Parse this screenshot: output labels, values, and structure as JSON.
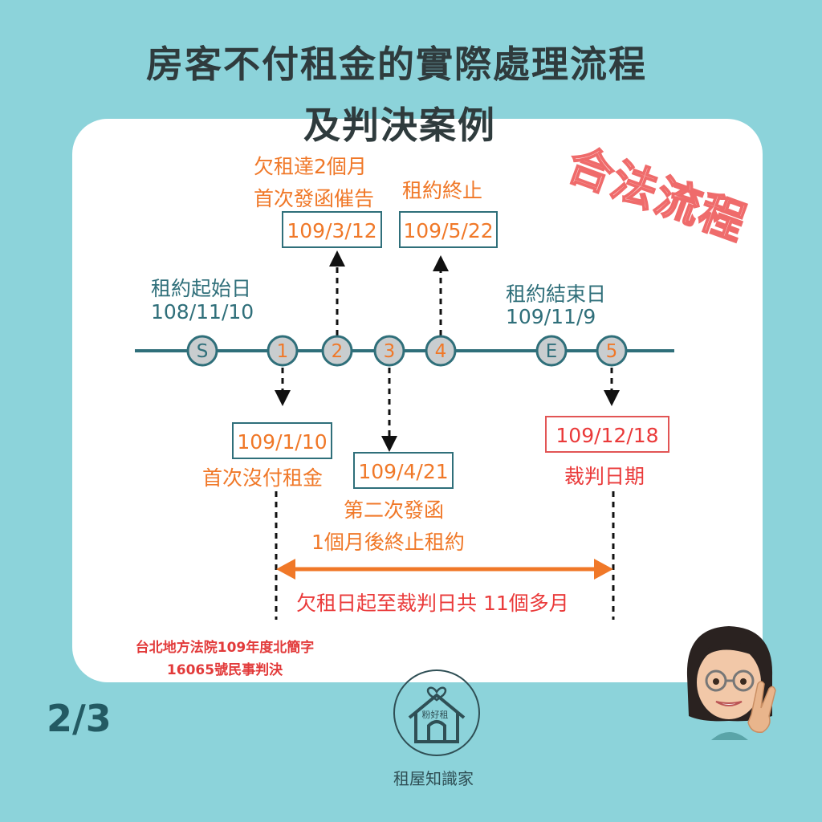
{
  "title_line1": "房客不付租金的實際處理流程",
  "title_line2": "及判決案例",
  "stamp": "合法流程",
  "lease_start": {
    "label": "租約起始日",
    "date": "108/11/10"
  },
  "lease_end": {
    "label": "租約結束日",
    "date": "109/11/9"
  },
  "nodes": [
    {
      "label": "S"
    },
    {
      "label": "1"
    },
    {
      "label": "2"
    },
    {
      "label": "3"
    },
    {
      "label": "4"
    },
    {
      "label": "E"
    },
    {
      "label": "5"
    }
  ],
  "events": {
    "first_notice": {
      "line1": "欠租達2個月",
      "line2": "首次發函催告",
      "date": "109/3/12"
    },
    "termination": {
      "line1": "租約終止",
      "date": "109/5/22"
    },
    "first_unpaid": {
      "line1": "首次沒付租金",
      "date": "109/1/10"
    },
    "second_notice": {
      "line1": "第二次發函",
      "line2": "1個月後終止租約",
      "date": "109/4/21"
    },
    "judgment": {
      "line1": "裁判日期",
      "date": "109/12/18"
    }
  },
  "span_label": "欠租日起至裁判日共 11個多月",
  "case_line1": "台北地方法院109年度北簡字",
  "case_line2": "16065號民事判決",
  "page_indicator": "2/3",
  "logo_small": "粉好租",
  "brand_name": "租屋知識家",
  "colors": {
    "background": "#8cd3da",
    "teal": "#2f6f7a",
    "orange": "#f07828",
    "red": "#ea3a3a",
    "node_fill": "#c9cdcf"
  }
}
